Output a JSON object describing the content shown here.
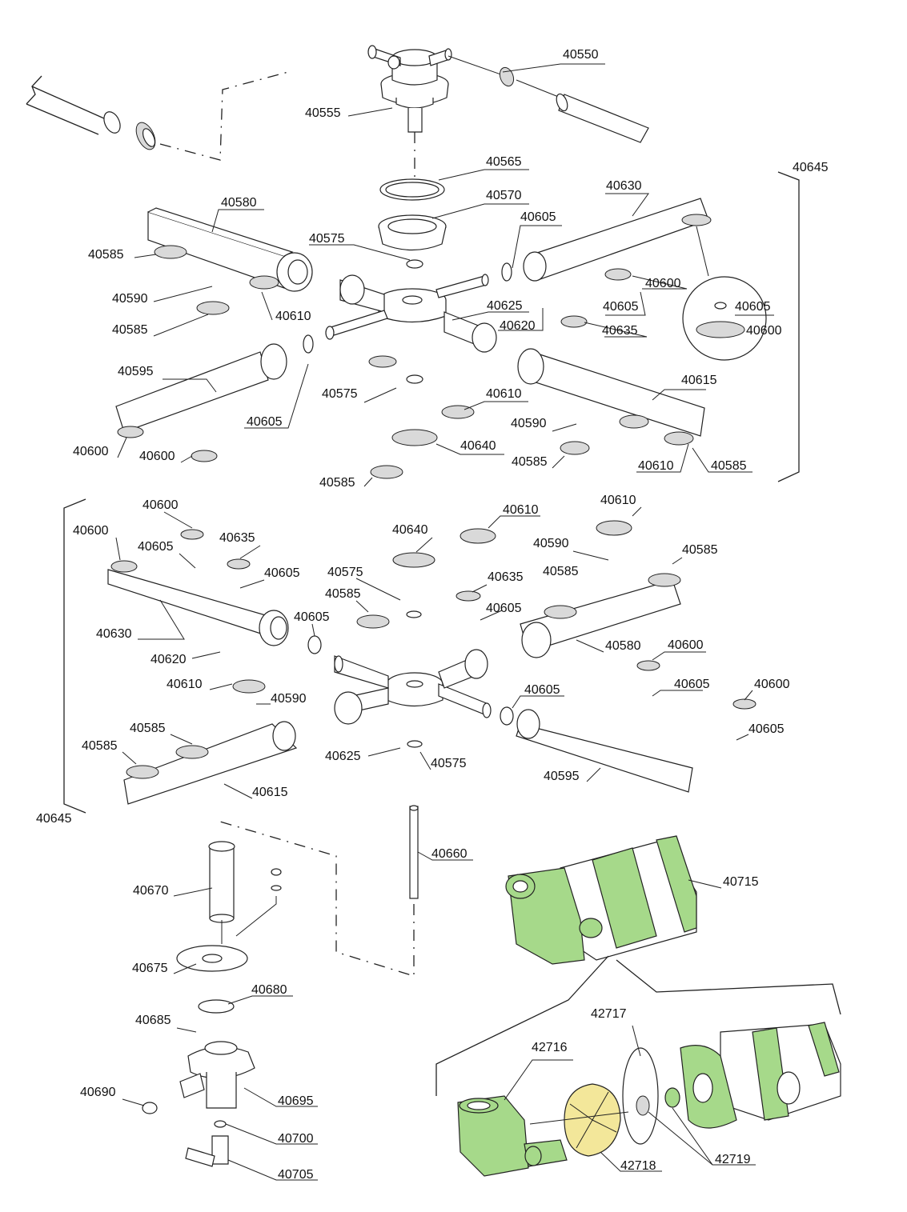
{
  "diagram": {
    "labels": {
      "l40550": "40550",
      "l40555": "40555",
      "l40565": "40565",
      "l40570": "40570",
      "l40580": "40580",
      "l40575a": "40575",
      "l40605a": "40605",
      "l40630a": "40630",
      "l40645a": "40645",
      "l40585a": "40585",
      "l40590a": "40590",
      "l40610a": "40610",
      "l40585b": "40585",
      "l40625a": "40625",
      "l40620a": "40620",
      "l40605b": "40605",
      "l40600a": "40600",
      "l40605c": "40605",
      "l40635a": "40635",
      "l40605d": "40605",
      "l40600b": "40600",
      "l40595a": "40595",
      "l40575b": "40575",
      "l40610b": "40610",
      "l40615a": "40615",
      "l40605e": "40605",
      "l40590b": "40590",
      "l40640a": "40640",
      "l40600c": "40600",
      "l40600d": "40600",
      "l40585c": "40585",
      "l40610c": "40610",
      "l40585d": "40585",
      "l40585e": "40585",
      "l40600e": "40600",
      "l40640b": "40640",
      "l40610d": "40610",
      "l40610e": "40610",
      "l40600f": "40600",
      "l40605f": "40605",
      "l40635b": "40635",
      "l40590c": "40590",
      "l40585f": "40585",
      "l40575c": "40575",
      "l40605g": "40605",
      "l40585g": "40585",
      "l40635c": "40635",
      "l40585h": "40585",
      "l40605h": "40605",
      "l40605i": "40605",
      "l40630b": "40630",
      "l40580b": "40580",
      "l40600g": "40600",
      "l40620b": "40620",
      "l40610f": "40610",
      "l40590d": "40590",
      "l40605j": "40605",
      "l40600h": "40600",
      "l40585i": "40585",
      "l40585j": "40585",
      "l40625b": "40625",
      "l40575d": "40575",
      "l40605k": "40605",
      "l40595b": "40595",
      "l40615b": "40615",
      "l40645b": "40645",
      "l40660": "40660",
      "l40670": "40670",
      "l40715": "40715",
      "l40675": "40675",
      "l40680": "40680",
      "l40685": "40685",
      "l42717": "42717",
      "l42716": "42716",
      "l40690": "40690",
      "l40695": "40695",
      "l40700": "40700",
      "l42718": "42718",
      "l42719": "42719",
      "l40705": "40705"
    },
    "colors": {
      "pump_highlight": "#a6d98a",
      "impeller": "#f3e79a",
      "line": "#222222"
    }
  }
}
